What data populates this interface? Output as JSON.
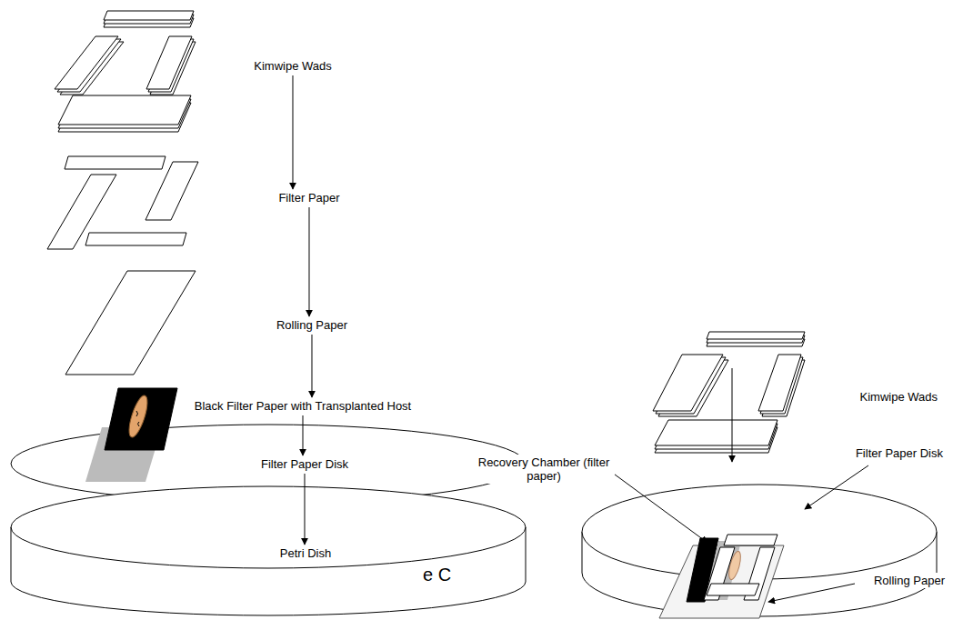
{
  "diagram": {
    "nodes": [
      {
        "text": [
          "Kimwipe Wads"
        ]
      },
      {
        "text": [
          "Filter Paper"
        ]
      },
      {
        "text": [
          "Rolling Paper"
        ]
      },
      {
        "text": [
          "Black Filter Paper with Transplanted Host"
        ]
      },
      {
        "text": [
          "Filter Paper Disk"
        ]
      },
      {
        "text": [
          "Petri Dish"
        ]
      }
    ],
    "edges": [
      {
        "from": 0,
        "to": 1,
        "arrow": "to"
      },
      {
        "from": 1,
        "to": 2,
        "arrow": "to"
      },
      {
        "from": 2,
        "to": 3,
        "arrow": "to"
      },
      {
        "from": 3,
        "to": 4,
        "arrow": "to"
      },
      {
        "from": 4,
        "to": 5,
        "arrow": "to"
      }
    ],
    "labels": [
      "Kimwipe Wads",
      "Filter Paper Disk",
      "Recovery Chamber (filter paper)",
      "Rolling Paper",
      "e C"
    ]
  }
}
